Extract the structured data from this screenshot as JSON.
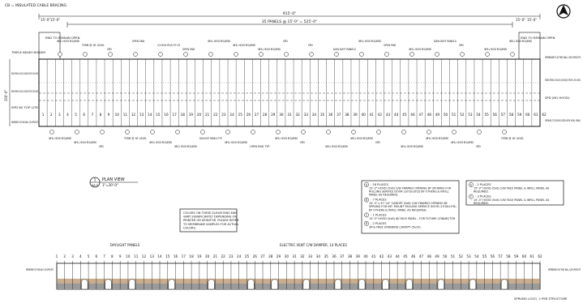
{
  "legend_top": "CB = INSULATED CABLE BRACING",
  "plan": {
    "overall_dim": "915'-0\"",
    "panels_dim": "35 PANELS @ 15'-0\" = 525'-0\"",
    "end_dim_left_1": "15'-0\"",
    "end_dim_left_2": "15'-0\"",
    "end_dim_right_1": "15'-0\"",
    "end_dim_right_2": "15'-0\"",
    "side_dim": "150'-0\"",
    "bay_labels": [
      "1",
      "2",
      "3",
      "4",
      "5",
      "6",
      "7",
      "8",
      "9",
      "10",
      "11",
      "12",
      "13",
      "14",
      "15",
      "16",
      "17",
      "18",
      "19",
      "20",
      "21",
      "22",
      "23",
      "24",
      "25",
      "26",
      "27",
      "28",
      "29",
      "30",
      "31",
      "32",
      "33",
      "34",
      "35",
      "36",
      "37",
      "38",
      "39",
      "40",
      "41",
      "42",
      "43",
      "44",
      "45",
      "46",
      "47",
      "48",
      "49",
      "50",
      "51",
      "52",
      "53",
      "54",
      "55",
      "56",
      "57",
      "58",
      "59",
      "60",
      "61",
      "62"
    ],
    "left_notes": [
      "END TO REMAIN OPEN",
      "TRIPLE BEAM HEADER",
      "FRAMED OPENING (10'Dx10'D) C/W HEADER, UPRIGHT & INFILL PANEL",
      "FRAMED OPENING (10'Dx10'D) C/W HEADER, UPRIGHT & INFILL PANEL",
      "SPD W/ TOP LITE",
      "MEMBRANE FLAT END WALL C/W UPRIGHTS"
    ],
    "right_notes": [
      "END TO REMAIN OPEN",
      "MEMBRANE FLAT END WALL C/W UPRIGHTS",
      "FRAMED OPENING (10'Dx10'D) C/W HEADER, UPRIGHT & INFILL PANEL",
      "SPD (NO HOOD)",
      "OPENING TO BE ENCLOSED WITH INFILL PANEL"
    ],
    "top_labels": [
      "INFILL HOOD REQUIRED",
      "TERM @ 16' LEVEL",
      "SPD",
      "OPEN END",
      "10'H HOOD SPD W/ TOP LITE",
      "OPEN END",
      "INFILL HOOD REQUIRED",
      "INFILL HOOD REQUIRED",
      "INFILL HOOD REQUIRED",
      "SPD",
      "SPD",
      "DAYLIGHT PANELS",
      "INFILL HOOD REQUIRED",
      "OPEN END",
      "INFILL HOOD REQUIRED",
      "DAYLIGHT PANELS",
      "SPD",
      "INFILL HOOD REQUIRED",
      "INFILL HOOD REQUIRED"
    ],
    "bottom_labels": [
      "INFILL HOOD REQUIRED",
      "INFILL HOOD REQUIRED",
      "SPD",
      "TERM @ 16' LEVEL",
      "INFILL HOOD REQUIRED",
      "INFILL HOOD REQUIRED",
      "DAYLIGHT PANELS TYP.",
      "INFILL HOOD REQUIRED",
      "OPEN END TYP.",
      "INFILL HOOD REQUIRED",
      "SPD",
      "INFILL HOOD REQUIRED",
      "INFILL HOOD REQUIRED",
      "SPD",
      "INFILL HOOD REQUIRED",
      "INFILL HOOD REQUIRED",
      "INFILL HOOD REQUIRED",
      "SPD",
      "TERM @ 16' LEVEL"
    ],
    "view_title_num": "1",
    "view_title_sheet": "A6.5",
    "view_title": "PLAN VIEW",
    "view_scale": "1\"=30'-0\""
  },
  "notes": {
    "colors_note": "COLORS ON THESE ELEVATIONS MAY VARY SIGNIFICANTLY DEPENDING ON PRINTER OR MONITOR. PLEASE REFER TO MEMBRANE SAMPLES FOR ACTUAL COLORS.",
    "legend_items": [
      {
        "tag": "A",
        "title": "16 PLACES",
        "text": "15'-3\" HOOD (5x6) C/W FRAMED OPENING BY SPURING FOR ROLLING SERVICE DOOR (10'Dx10'D) BY OTHERS & INFILL PANEL AS REQUIRED."
      },
      {
        "tag": "B",
        "title": "7 PLACES",
        "text": "15'-3\" x 47'-10\" CANOPY (5x6) C/W FRAMED OPENING BY SPRUNG FOR INT. MOUNT ROLLING SERVICE DOOR (10'Dx10'D) BY OTHERS & INFILL PANEL AS REQUIRED."
      },
      {
        "tag": "C",
        "title": "1 PLACES",
        "text": "15'-3\" HOOD (5x6) W/ FACE PANEL - FOR FUTURE CONNECTOR"
      },
      {
        "tag": "D",
        "title": "2 PLACES",
        "text": "30'w FREE STANDING CANOPY (5x10)."
      }
    ],
    "right_items": [
      {
        "tag": "E",
        "title": "2 PLACES",
        "text": "15'-3\" HOOD (5x6) C/W FACE PANEL & INFILL PANEL AS REQUIRED."
      },
      {
        "tag": "F",
        "title": "3 PLACES",
        "text": "15'-3\" HOOD (5x6) C/W FACE PANEL & INFILL PANEL AS REQUIRED."
      }
    ]
  },
  "elevation": {
    "bay_labels": [
      "1",
      "2",
      "3",
      "4",
      "5",
      "6",
      "7",
      "8",
      "9",
      "10",
      "11",
      "12",
      "13",
      "14",
      "15",
      "16",
      "17",
      "18",
      "19",
      "20",
      "21",
      "22",
      "23",
      "24",
      "25",
      "26",
      "27",
      "28",
      "29",
      "30",
      "31",
      "32",
      "33",
      "34",
      "35",
      "36",
      "37",
      "38",
      "39",
      "40",
      "41",
      "42",
      "43",
      "44",
      "45",
      "46",
      "47",
      "48",
      "49",
      "50",
      "51",
      "52",
      "53",
      "54",
      "55",
      "56",
      "57",
      "58",
      "59",
      "60",
      "61",
      "62"
    ],
    "daylight_label": "DAYLIGHT PANELS",
    "electric_vent": "ELECTRIC VENT C/W DAMPER, 14 PLACES",
    "left_end": "MEMBRANE FLAT END WALL C/W UPRIGHTS",
    "right_end": "MEMBRANE FLAT END WALL C/W UPRIGHTS",
    "logo_note": "SPRUNG LOGO, 2 PER STRUCTURE"
  },
  "colors": {
    "line": "#111111",
    "earth": "#c9ad8f",
    "gray": "#9a9a9a",
    "hood": "#ffffff"
  },
  "icons": {
    "north": "north-arrow-icon"
  }
}
